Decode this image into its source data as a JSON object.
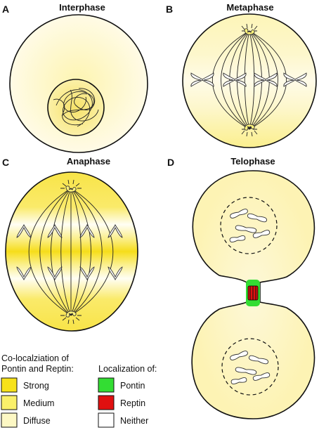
{
  "colors": {
    "strong": "#f7e21a",
    "medium": "#faf06a",
    "diffuse": "#fdf8c4",
    "pontin": "#33dd33",
    "reptin": "#e01010",
    "neither": "#ffffff",
    "outline": "#111111"
  },
  "panels": [
    {
      "letter": "A",
      "title": "Interphase"
    },
    {
      "letter": "B",
      "title": "Metaphase"
    },
    {
      "letter": "C",
      "title": "Anaphase"
    },
    {
      "letter": "D",
      "title": "Telophase"
    }
  ],
  "legend_colocalization": {
    "title_line1": "Co-localziation of",
    "title_line2": "Pontin and Reptin:",
    "items": [
      {
        "label": "Strong",
        "color_key": "strong"
      },
      {
        "label": "Medium",
        "color_key": "medium"
      },
      {
        "label": "Diffuse",
        "color_key": "diffuse"
      }
    ]
  },
  "legend_localization": {
    "title": "Localization of:",
    "items": [
      {
        "label": "Pontin",
        "color_key": "pontin"
      },
      {
        "label": "Reptin",
        "color_key": "reptin"
      },
      {
        "label": "Neither",
        "color_key": "neither"
      }
    ]
  }
}
